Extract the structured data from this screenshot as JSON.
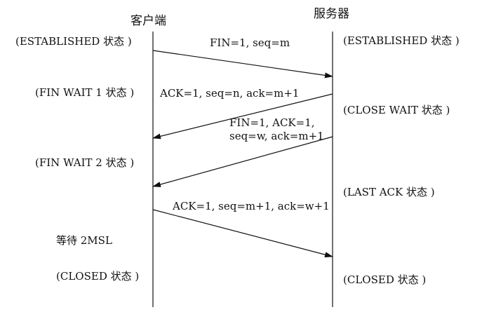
{
  "columns": {
    "client_title": "客户端",
    "server_title": "服务器"
  },
  "client_states": {
    "established": "(ESTABLISHED 状态 )",
    "fin_wait_1": "(FIN WAIT 1 状态 )",
    "fin_wait_2": "(FIN WAIT 2 状态 )",
    "wait_2msl": "等待 2MSL",
    "closed": "(CLOSED 状态 )"
  },
  "server_states": {
    "established": "(ESTABLISHED 状态 )",
    "close_wait": "(CLOSE WAIT 状态 )",
    "last_ack": "(LAST ACK 状态 )",
    "closed": "(CLOSED 状态 )"
  },
  "messages": {
    "m1": "FIN=1, seq=m",
    "m2": "ACK=1, seq=n, ack=m+1",
    "m3_line1": "FIN=1, ACK=1,",
    "m3_line2": "seq=w, ack=m+1",
    "m4": "ACK=1, seq=m+1, ack=w+1"
  }
}
